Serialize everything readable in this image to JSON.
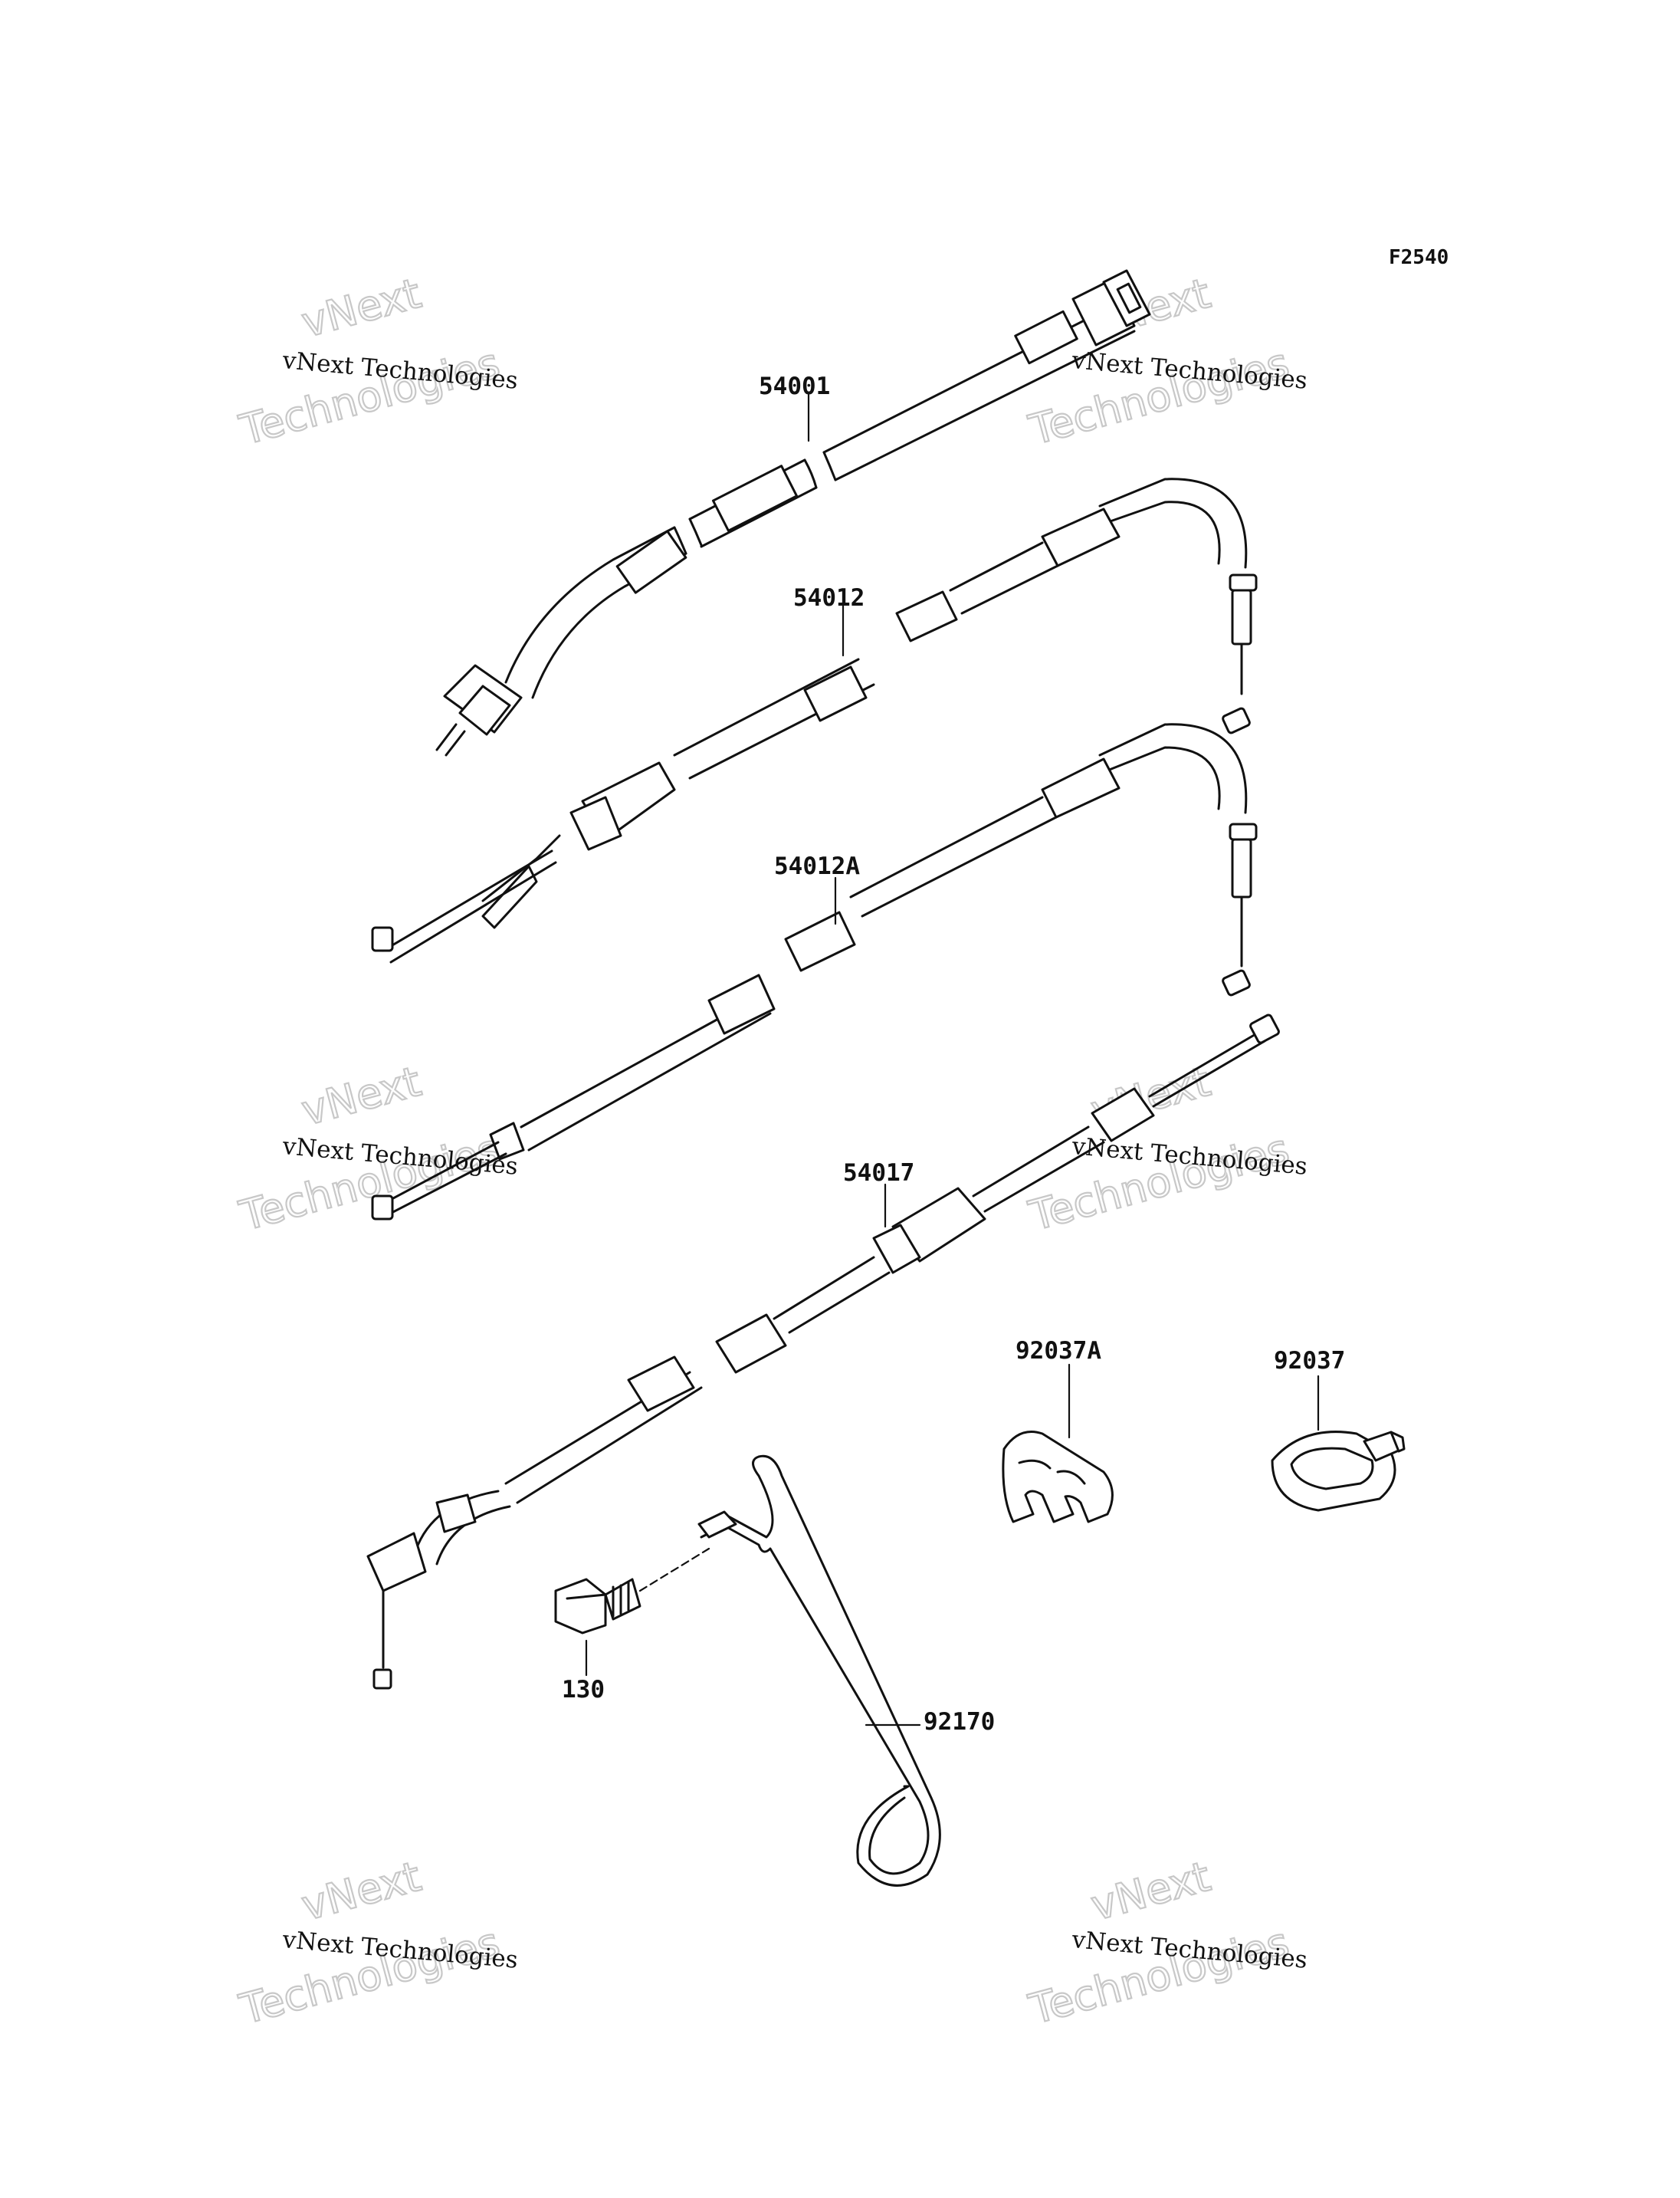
{
  "figure_code": "F2540",
  "watermark": {
    "line1": "vNext Technologies",
    "line2a": "vNext",
    "line2b": "Technologies"
  },
  "part_labels": {
    "p54001": "54001",
    "p54012": "54012",
    "p54012A": "54012A",
    "p54017": "54017",
    "p92037A": "92037A",
    "p92037": "92037",
    "p130": "130",
    "p92170": "92170"
  }
}
